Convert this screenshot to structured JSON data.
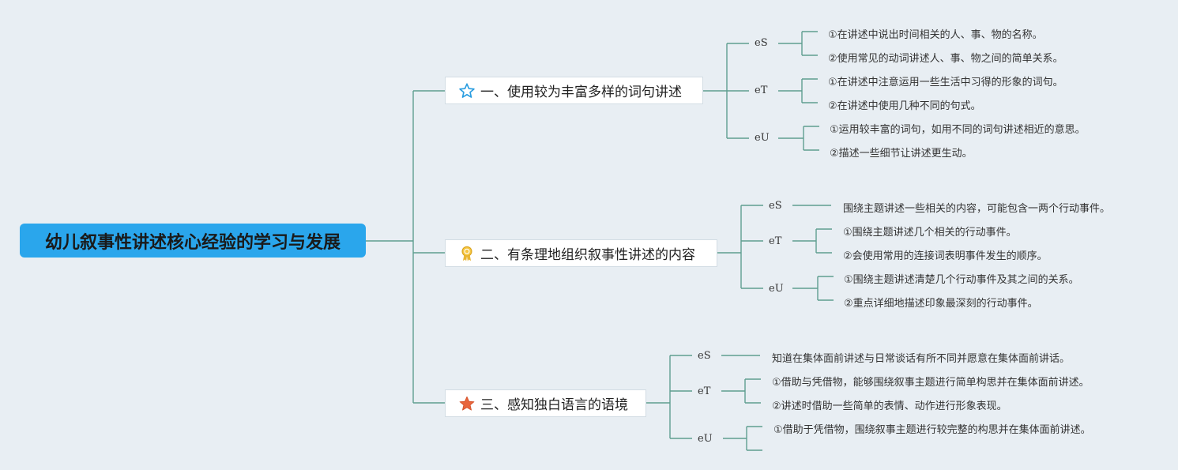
{
  "root": {
    "label": "幼儿叙事性讲述核心经验的学习与发展"
  },
  "colors": {
    "root_bg": "#2aa6ec",
    "line": "#5f9e90",
    "background": "#e8eef3"
  },
  "branches": [
    {
      "label": "一、使用较为丰富多样的词句讲述",
      "icon": "star-outline-icon",
      "levels": [
        {
          "label": "eS",
          "items": [
            "①在讲述中说出时间相关的人、事、物的名称。",
            "②使用常见的动词讲述人、事、物之间的简单关系。"
          ]
        },
        {
          "label": "eT",
          "items": [
            "①在讲述中注意运用一些生活中习得的形象的词句。",
            "②在讲述中使用几种不同的句式。"
          ]
        },
        {
          "label": "eU",
          "items": [
            "①运用较丰富的词句，如用不同的词句讲述相近的意思。",
            "②描述一些细节让讲述更生动。"
          ]
        }
      ]
    },
    {
      "label": "二、有条理地组织叙事性讲述的内容",
      "icon": "medal-icon",
      "levels": [
        {
          "label": "eS",
          "items": [
            "围绕主题讲述一些相关的内容，可能包含一两个行动事件。"
          ]
        },
        {
          "label": "eT",
          "items": [
            "①围绕主题讲述几个相关的行动事件。",
            "②会使用常用的连接词表明事件发生的顺序。"
          ]
        },
        {
          "label": "eU",
          "items": [
            "①围绕主题讲述清楚几个行动事件及其之间的关系。",
            "②重点详细地描述印象最深刻的行动事件。"
          ]
        }
      ]
    },
    {
      "label": "三、感知独白语言的语境",
      "icon": "star-filled-icon",
      "levels": [
        {
          "label": "eS",
          "items": [
            "知道在集体面前讲述与日常谈话有所不同并愿意在集体面前讲话。"
          ]
        },
        {
          "label": "eT",
          "items": [
            "①借助与凭借物，能够围绕叙事主题进行简单构思并在集体面前讲述。",
            "②讲述时借助一些简单的表情、动作进行形象表现。"
          ]
        },
        {
          "label": "eU",
          "items": [
            "①借助于凭借物，围绕叙事主题进行较完整的构思并在集体面前讲述。",
            ""
          ]
        }
      ]
    }
  ]
}
